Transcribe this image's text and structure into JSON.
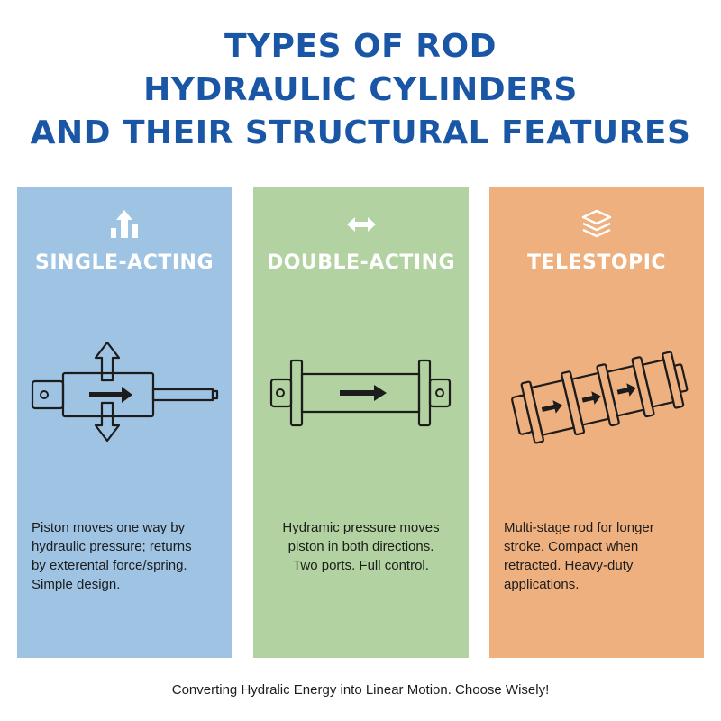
{
  "title": {
    "line1": "TYPES OF ROD",
    "line2": "HYDRAULIC CYLINDERS",
    "line3": "AND THEIR STRUCTURAL FEATURES"
  },
  "colors": {
    "title": "#1a56a6",
    "panel_single": "#9ec3e3",
    "panel_double": "#b2d3a1",
    "panel_telescopic": "#eeb07f"
  },
  "panels": [
    {
      "name": "SINGLE-ACTING",
      "icon": "upload-arrow-icon",
      "desc_lines": [
        "Piston moves one way by",
        "hydraulic pressure; returns",
        "by exterental force/spring.",
        "Simple design."
      ]
    },
    {
      "name": "DOUBLE-ACTING",
      "icon": "double-arrow-icon",
      "desc_lines": [
        "Hydramic pressure moves",
        "piston in both directions.",
        "Two ports. Full control."
      ]
    },
    {
      "name": "TELESTOPIC",
      "icon": "layers-icon",
      "desc_lines": [
        "Multi-stage rod for longer",
        "stroke. Compact when",
        "retracted. Heavy-duty",
        "applications."
      ]
    }
  ],
  "footer": "Converting Hydralic Energy into Linear Motion. Choose Wisely!"
}
